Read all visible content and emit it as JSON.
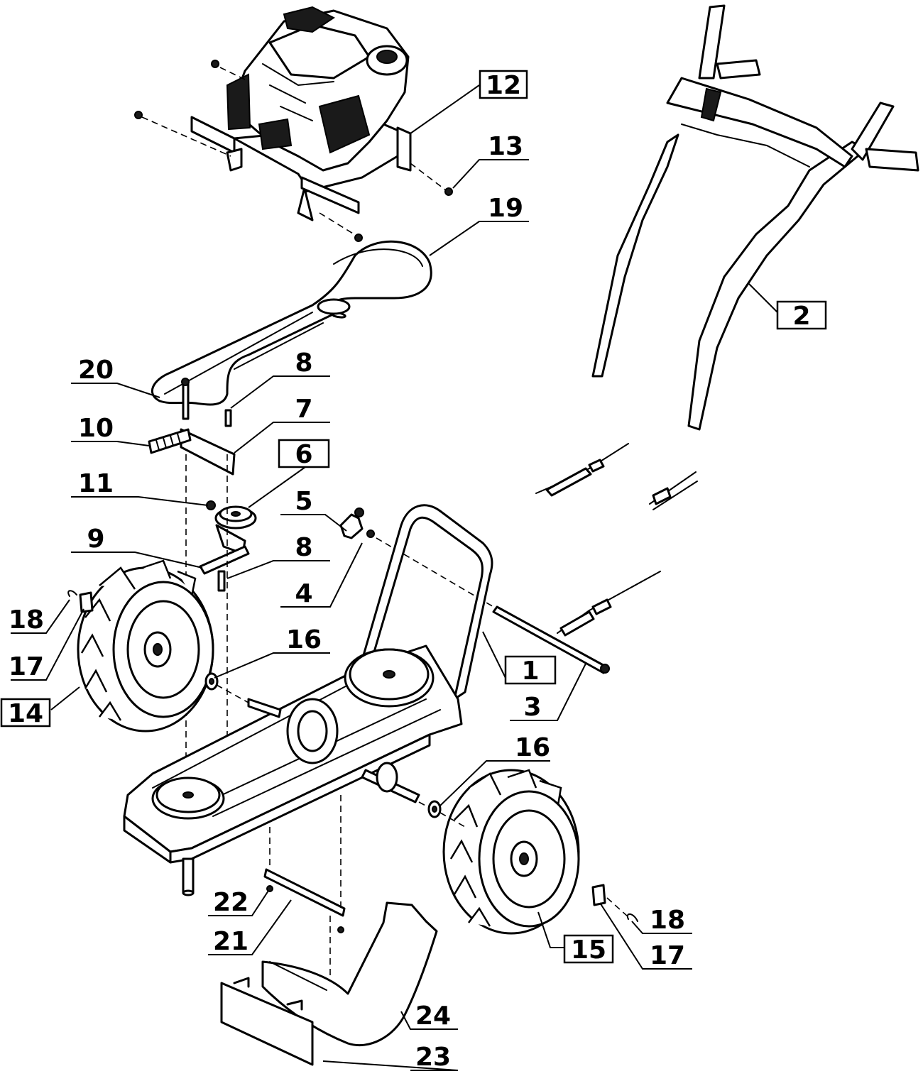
{
  "callouts": {
    "c1": "1",
    "c2": "2",
    "c3": "3",
    "c4": "4",
    "c5": "5",
    "c6": "6",
    "c7": "7",
    "c8a": "8",
    "c8b": "8",
    "c9": "9",
    "c10": "10",
    "c11": "11",
    "c12": "12",
    "c13": "13",
    "c14": "14",
    "c15": "15",
    "c16a": "16",
    "c16b": "16",
    "c17a": "17",
    "c17b": "17",
    "c18a": "18",
    "c18b": "18",
    "c19": "19",
    "c20": "20",
    "c21": "21",
    "c22": "22",
    "c23": "23",
    "c24": "24"
  },
  "boxed_callouts": [
    "1",
    "2",
    "6",
    "12",
    "14",
    "15"
  ],
  "colors": {
    "line": "#000000",
    "background": "#ffffff"
  }
}
